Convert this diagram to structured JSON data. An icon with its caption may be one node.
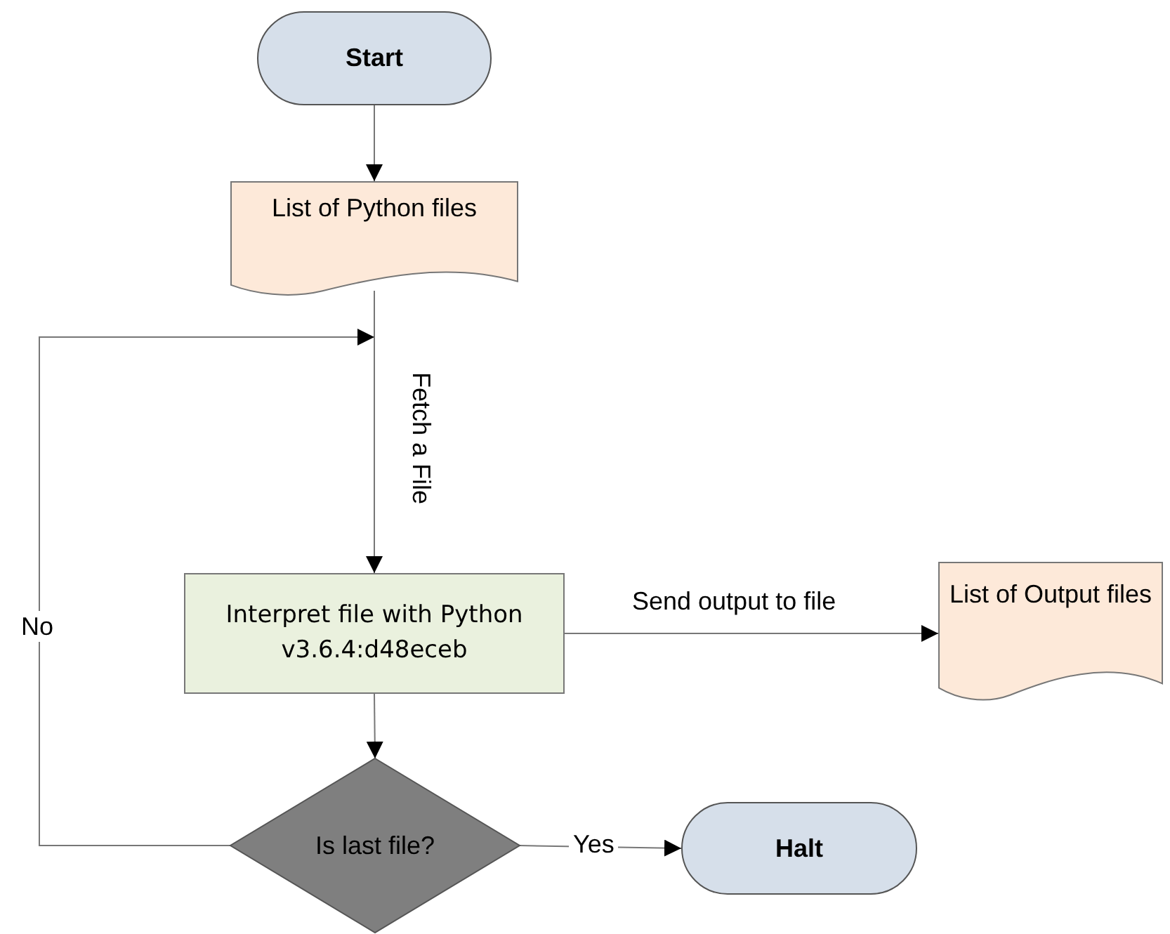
{
  "diagram": {
    "nodes": [
      {
        "text": [
          "Start"
        ]
      },
      {
        "text": [
          "List of Python files"
        ]
      },
      {
        "text": [
          "Interpret file with Python v3.6.4:d48eceb"
        ]
      },
      {
        "text": [
          "List of Output files"
        ]
      },
      {
        "text": [
          "Is last file?"
        ]
      },
      {
        "text": [
          "Halt"
        ]
      }
    ],
    "edges": [
      {
        "from": 0,
        "to": 1,
        "arrow": "to"
      },
      {
        "from": 1,
        "to": 2,
        "arrow": "to",
        "label": "Fetch a File"
      },
      {
        "from": 2,
        "to": 3,
        "arrow": "to",
        "label": "Send output to file"
      },
      {
        "from": 2,
        "to": 4,
        "arrow": "to"
      },
      {
        "from": 4,
        "to": 2,
        "arrow": "to",
        "label": "No"
      },
      {
        "from": 4,
        "to": 5,
        "arrow": "to",
        "label": "Yes"
      }
    ]
  }
}
